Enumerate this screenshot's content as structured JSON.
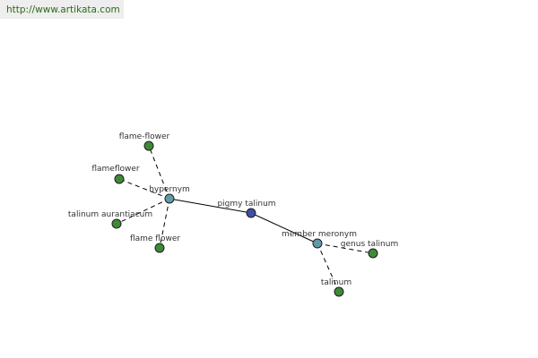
{
  "header": {
    "url": "http://www.artikata.com"
  },
  "colors": {
    "center": "#3d4fa6",
    "relation": "#5f9ca8",
    "leaf": "#3f8a3a",
    "url_text": "#2d6a16"
  },
  "graph": {
    "nodes": [
      {
        "id": "pigmy-talinum",
        "label": "pigmy talinum",
        "kind": "center"
      },
      {
        "id": "hypernym",
        "label": "hypernym",
        "kind": "relation"
      },
      {
        "id": "member-meronym",
        "label": "member meronym",
        "kind": "relation"
      },
      {
        "id": "flame-flower-hyphen",
        "label": "flame-flower",
        "kind": "leaf"
      },
      {
        "id": "flameflower",
        "label": "flameflower",
        "kind": "leaf"
      },
      {
        "id": "talinum-aurantiacum",
        "label": "talinum aurantiacum",
        "kind": "leaf"
      },
      {
        "id": "flame-flower-space",
        "label": "flame flower",
        "kind": "leaf"
      },
      {
        "id": "genus-talinum",
        "label": "genus talinum",
        "kind": "leaf"
      },
      {
        "id": "talinum",
        "label": "talinum",
        "kind": "leaf"
      }
    ],
    "edges": [
      {
        "from": "pigmy-talinum",
        "to": "hypernym",
        "style": "solid"
      },
      {
        "from": "pigmy-talinum",
        "to": "member-meronym",
        "style": "solid"
      },
      {
        "from": "hypernym",
        "to": "flame-flower-hyphen",
        "style": "dashed"
      },
      {
        "from": "hypernym",
        "to": "flameflower",
        "style": "dashed"
      },
      {
        "from": "hypernym",
        "to": "talinum-aurantiacum",
        "style": "dashed"
      },
      {
        "from": "hypernym",
        "to": "flame-flower-space",
        "style": "dashed"
      },
      {
        "from": "member-meronym",
        "to": "genus-talinum",
        "style": "dashed"
      },
      {
        "from": "member-meronym",
        "to": "talinum",
        "style": "dashed"
      }
    ]
  }
}
